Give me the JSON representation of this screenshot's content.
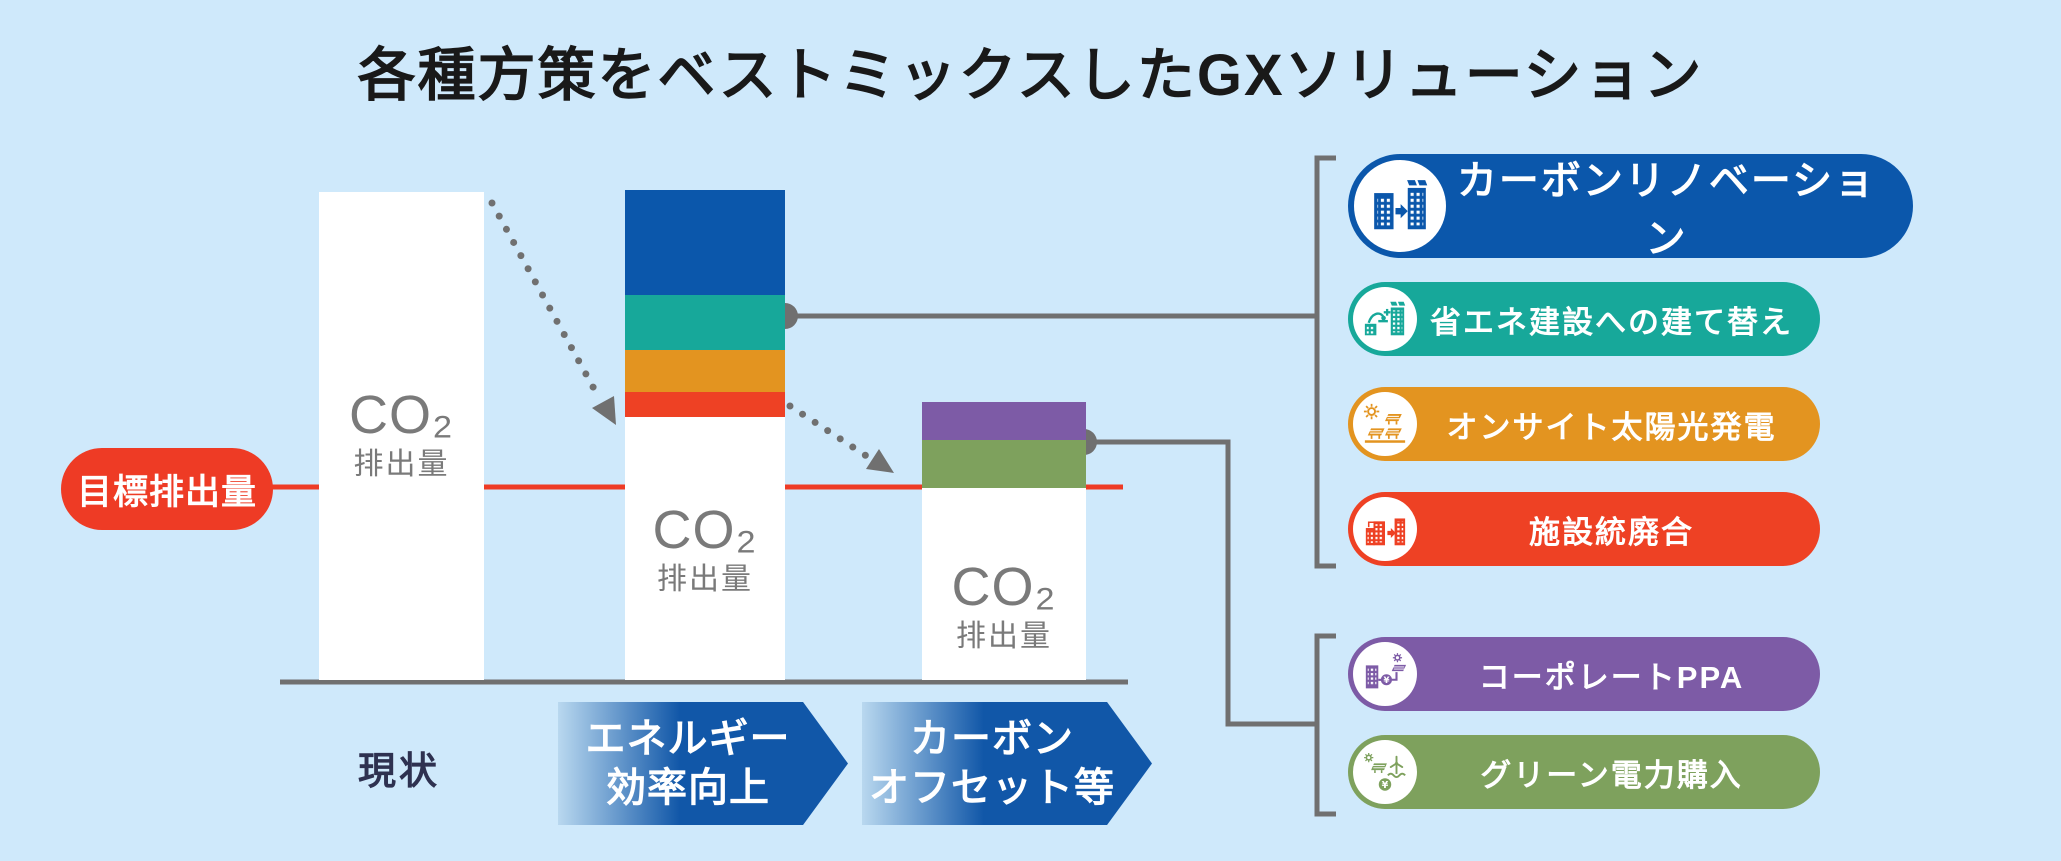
{
  "title": "各種方策をベストミックスしたGXソリューション",
  "colors": {
    "background": "#cfe9fb",
    "blue": "#0b57ab",
    "teal": "#17a89a",
    "orange": "#e39420",
    "red": "#ee4124",
    "purple": "#7d5ba6",
    "green": "#7ea15d",
    "line_gray": "#707070",
    "target_red": "#ee3b25",
    "label_gray": "#7a7a7a",
    "title_color": "#191919",
    "current_navy": "#2e3150",
    "chevron_gradient": [
      "#b9d8ef",
      "#1157a8"
    ]
  },
  "target": {
    "label": "目標排出量"
  },
  "bars": [
    {
      "id": "current",
      "co2": "CO₂",
      "emission": "排出量"
    },
    {
      "id": "after-efficiency",
      "co2": "CO₂",
      "emission": "排出量"
    },
    {
      "id": "after-offset",
      "co2": "CO₂",
      "emission": "排出量"
    }
  ],
  "axis": {
    "current_label": "現状"
  },
  "steps": [
    {
      "line1": "エネルギー",
      "line2": "効率向上"
    },
    {
      "line1": "カーボン",
      "line2": "オフセット等"
    }
  ],
  "solutions": {
    "group1": [
      {
        "label": "カーボンリノベーション",
        "color": "#0b57ab",
        "icon": "carbon-renovation-icon"
      },
      {
        "label": "省エネ建設への建て替え",
        "color": "#17a89a",
        "icon": "rebuild-energy-saving-icon"
      },
      {
        "label": "オンサイト太陽光発電",
        "color": "#e39420",
        "icon": "onsite-solar-icon"
      },
      {
        "label": "施設統廃合",
        "color": "#ee4124",
        "icon": "facility-consolidation-icon"
      }
    ],
    "group2": [
      {
        "label": "コーポレートPPA",
        "color": "#7d5ba6",
        "icon": "corporate-ppa-icon"
      },
      {
        "label": "グリーン電力購入",
        "color": "#7ea15d",
        "icon": "green-power-purchase-icon"
      }
    ]
  },
  "icons": {
    "yen_symbol": "¥"
  },
  "chart_data": {
    "type": "bar",
    "title": "各種方策をベストミックスしたGXソリューション",
    "bars": [
      {
        "label": "現状",
        "segments": [
          {
            "name": "CO₂排出量",
            "color": "#ffffff",
            "relative_height": 1.0
          }
        ]
      },
      {
        "label": "エネルギー効率向上",
        "segments": [
          {
            "name": "カーボンリノベーション",
            "color": "#0b57ab",
            "relative_height": 0.22
          },
          {
            "name": "省エネ建設への建て替え",
            "color": "#17a89a",
            "relative_height": 0.11
          },
          {
            "name": "オンサイト太陽光発電",
            "color": "#e39420",
            "relative_height": 0.09
          },
          {
            "name": "施設統廃合",
            "color": "#ee4124",
            "relative_height": 0.05
          },
          {
            "name": "CO₂排出量",
            "color": "#ffffff",
            "relative_height": 0.53
          }
        ]
      },
      {
        "label": "カーボンオフセット等",
        "segments": [
          {
            "name": "コーポレートPPA",
            "color": "#7d5ba6",
            "relative_height": 0.08
          },
          {
            "name": "グリーン電力購入",
            "color": "#7ea15d",
            "relative_height": 0.1
          },
          {
            "name": "CO₂排出量",
            "color": "#ffffff",
            "relative_height": 0.39
          }
        ]
      }
    ],
    "target_line": {
      "label": "目標排出量",
      "color": "#ee3b25"
    },
    "legend_position": "right",
    "grid": false
  }
}
